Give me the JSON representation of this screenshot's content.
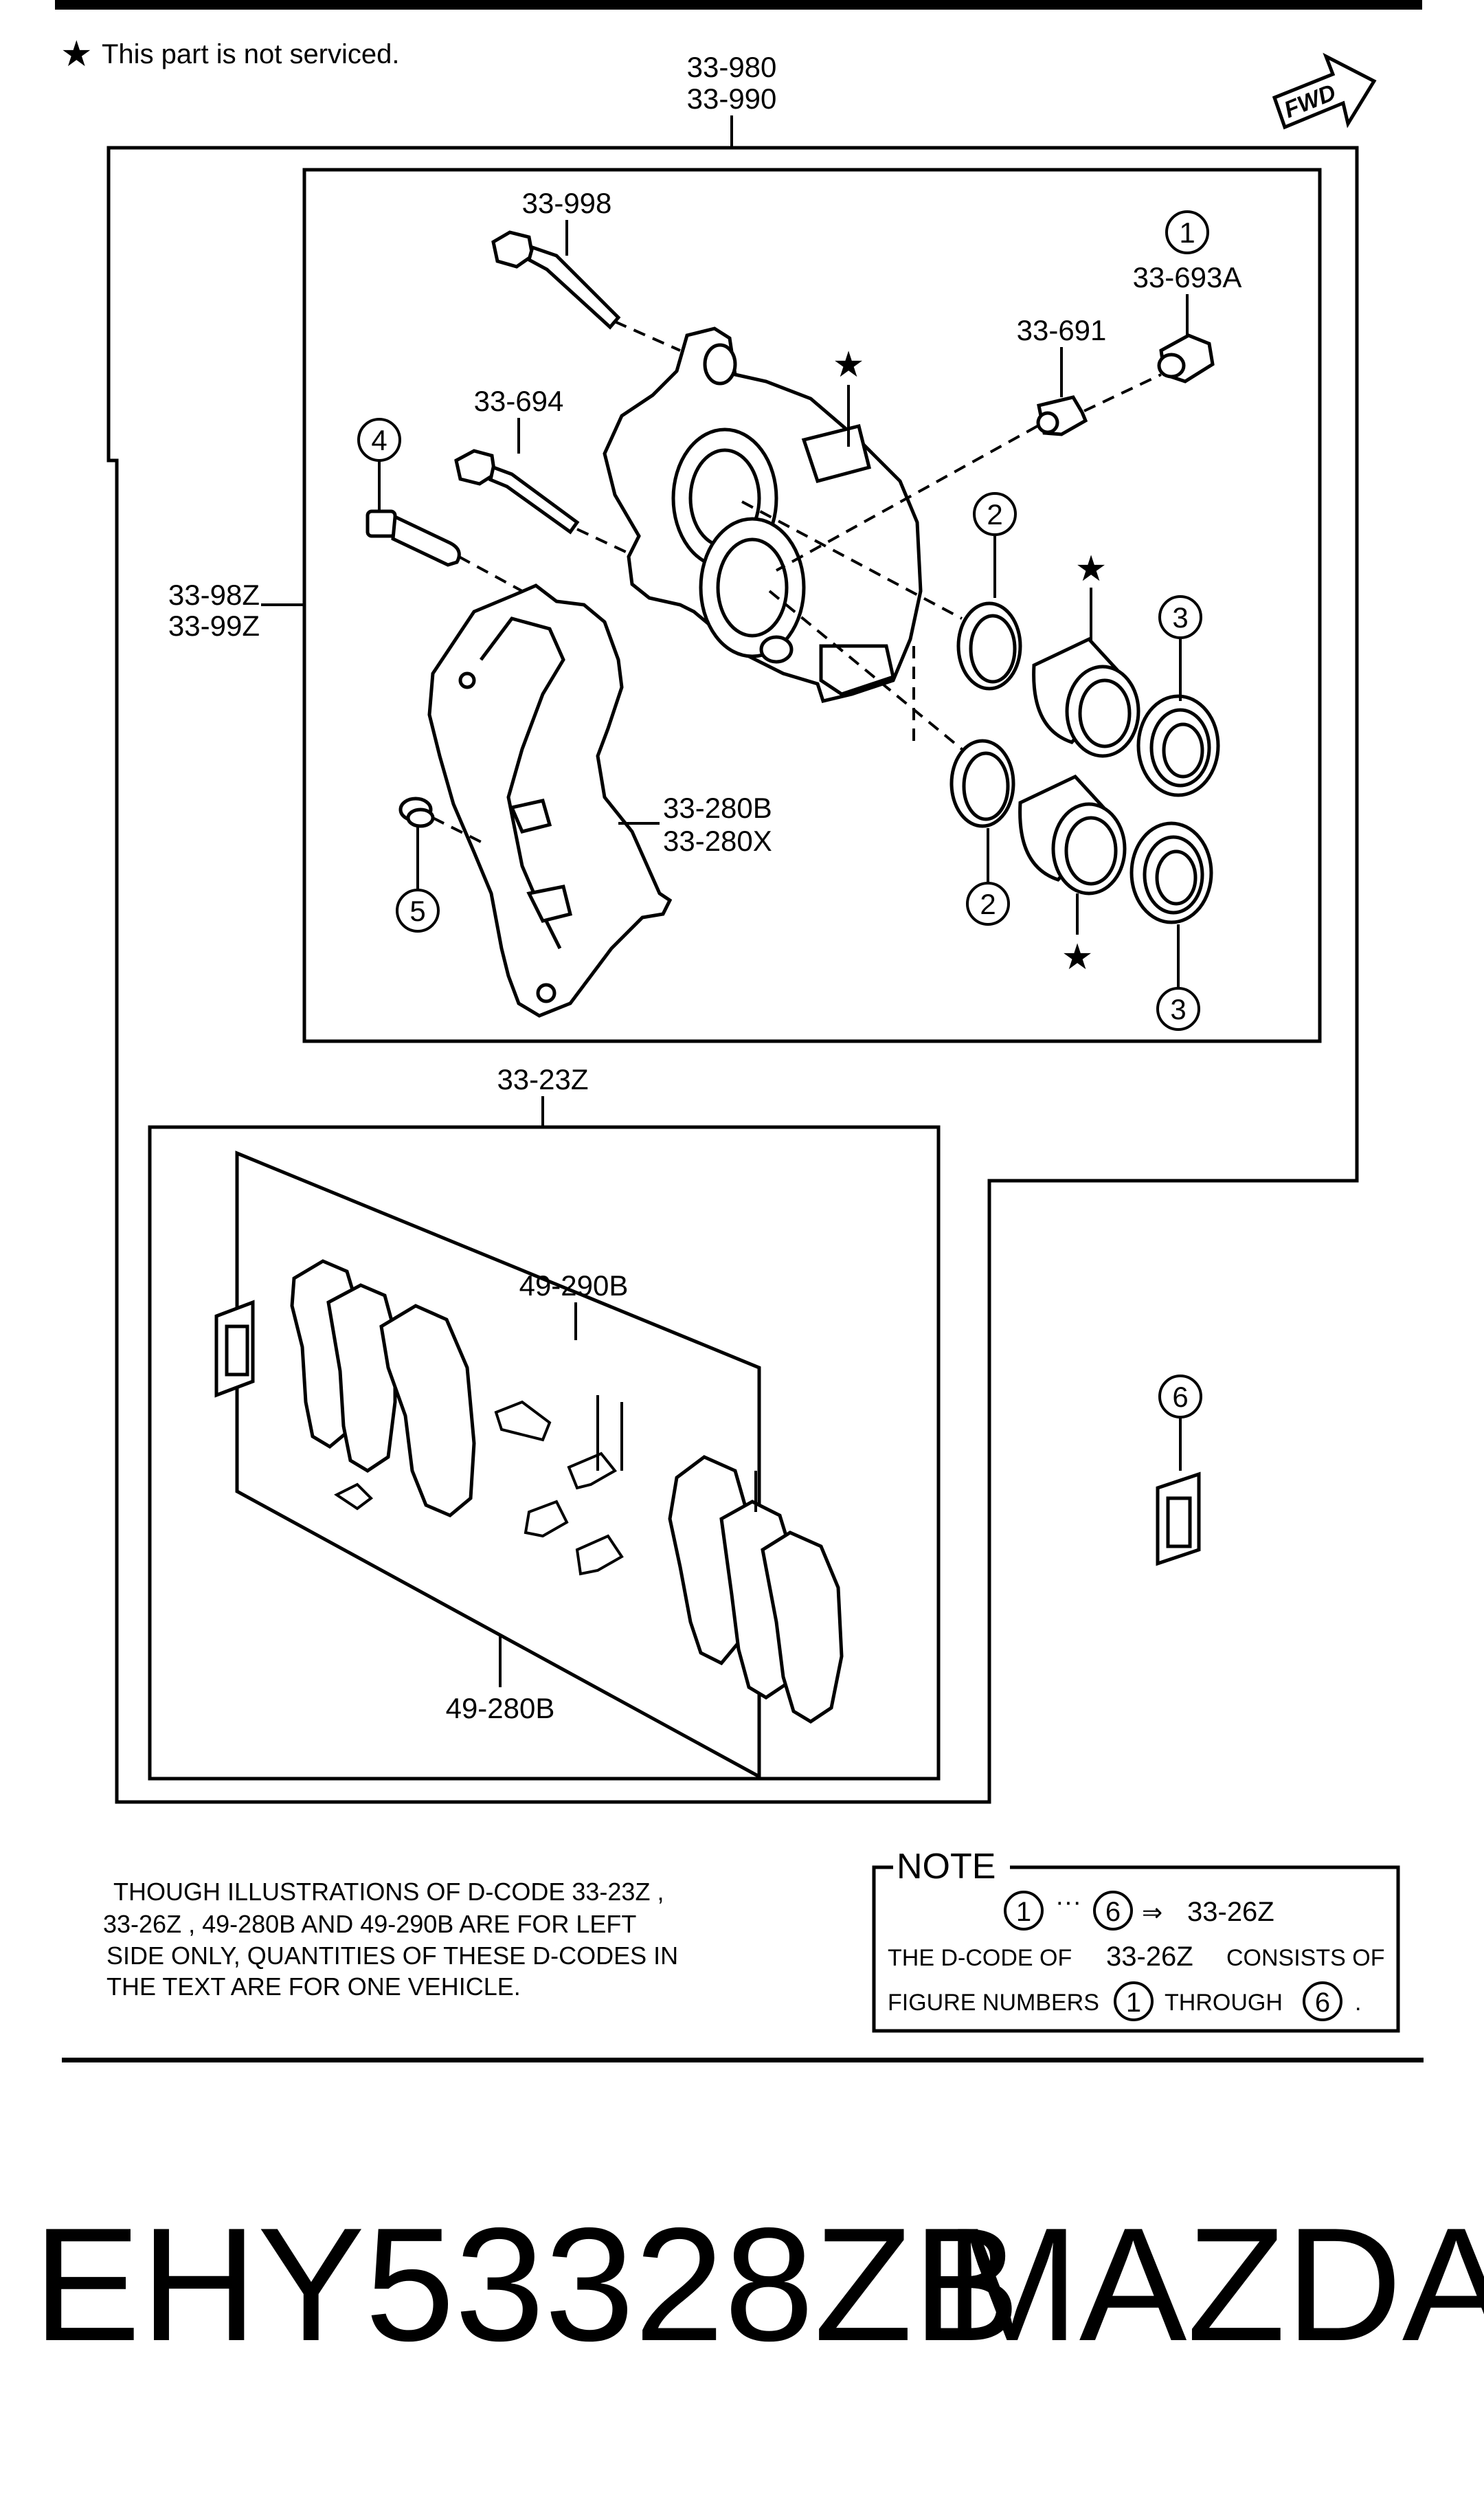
{
  "header": {
    "note_star": "★",
    "note_text": "This part is not serviced.",
    "fwd_label": "FWD"
  },
  "assembly": {
    "code_a": "33-980",
    "code_b": "33-990"
  },
  "caliper": {
    "body_code_a": "33-98Z",
    "body_code_b": "33-99Z",
    "bolt_upper": "33-998",
    "bolt_lower": "33-694",
    "bleeder": "33-691",
    "cap": "33-693A",
    "bracket_a": "33-280B",
    "bracket_b": "33-280X",
    "star": "★"
  },
  "figure_numbers": {
    "n1": "1",
    "n2": "2",
    "n3": "3",
    "n4": "4",
    "n5": "5",
    "n6": "6"
  },
  "pad_kit": {
    "code": "33-23Z",
    "shim_code": "49-290B",
    "pad_code": "49-280B"
  },
  "footnote": {
    "line1": "THOUGH  ILLUSTRATIONS  OF  D-CODE  33-23Z  ,",
    "line2": "33-26Z  ,  49-280B  AND 49-290B  ARE  FOR  LEFT",
    "line3": "SIDE  ONLY,  QUANTITIES  OF  THESE  D-CODES  IN",
    "line4": "THE  TEXT  ARE  FOR  ONE  VEHICLE."
  },
  "note_box": {
    "title": "NOTE",
    "dots": "···",
    "arrow": "⇒",
    "kit_code": "33-26Z",
    "line2a": "THE D-CODE OF",
    "line2b": "33-26Z",
    "line2c": "CONSISTS OF",
    "line3a": "FIGURE NUMBERS",
    "line3b": "THROUGH",
    "line3c": "."
  },
  "footer": {
    "part_number": "EHY53328ZB",
    "brand": "MAZDA"
  }
}
